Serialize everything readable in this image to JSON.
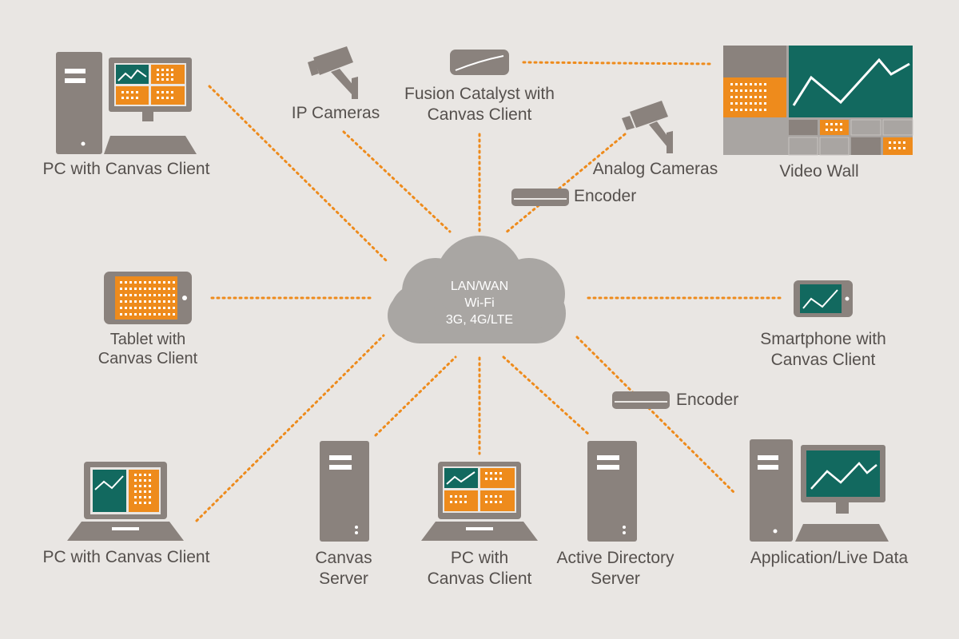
{
  "cloud": {
    "line1": "LAN/WAN",
    "line2": "Wi-Fi",
    "line3": "3G, 4G/LTE"
  },
  "nodes": {
    "pc_top_left": {
      "label": "PC with Canvas Client"
    },
    "ip_cameras": {
      "label": "IP Cameras"
    },
    "fusion": {
      "line1": "Fusion Catalyst with",
      "line2": "Canvas Client"
    },
    "video_wall": {
      "label": "Video Wall"
    },
    "analog_cameras": {
      "label": "Analog Cameras"
    },
    "encoder_top": {
      "label": "Encoder"
    },
    "tablet": {
      "line1": "Tablet with",
      "line2": "Canvas Client"
    },
    "smartphone": {
      "line1": "Smartphone with",
      "line2": "Canvas Client"
    },
    "encoder_right": {
      "label": "Encoder"
    },
    "laptop_left": {
      "label": "PC with Canvas Client"
    },
    "canvas_server": {
      "line1": "Canvas",
      "line2": "Server"
    },
    "laptop_center": {
      "line1": "PC with",
      "line2": "Canvas Client"
    },
    "active_directory": {
      "line1": "Active Directory",
      "line2": "Server"
    },
    "app_live_data": {
      "label": "Application/Live Data"
    }
  },
  "colors": {
    "background": "#e9e6e3",
    "device_gray": "#8a827d",
    "light_gray": "#a9a5a2",
    "accent_orange": "#ee8b1c",
    "screen_teal": "#12695f",
    "cloud": "#a9a6a3",
    "label": "#55504d"
  },
  "icons": [
    "pc-icon",
    "camera-icon",
    "catalyst-icon",
    "video-wall-icon",
    "encoder-icon",
    "tablet-icon",
    "smartphone-icon",
    "laptop-icon",
    "server-icon",
    "cloud-icon"
  ]
}
